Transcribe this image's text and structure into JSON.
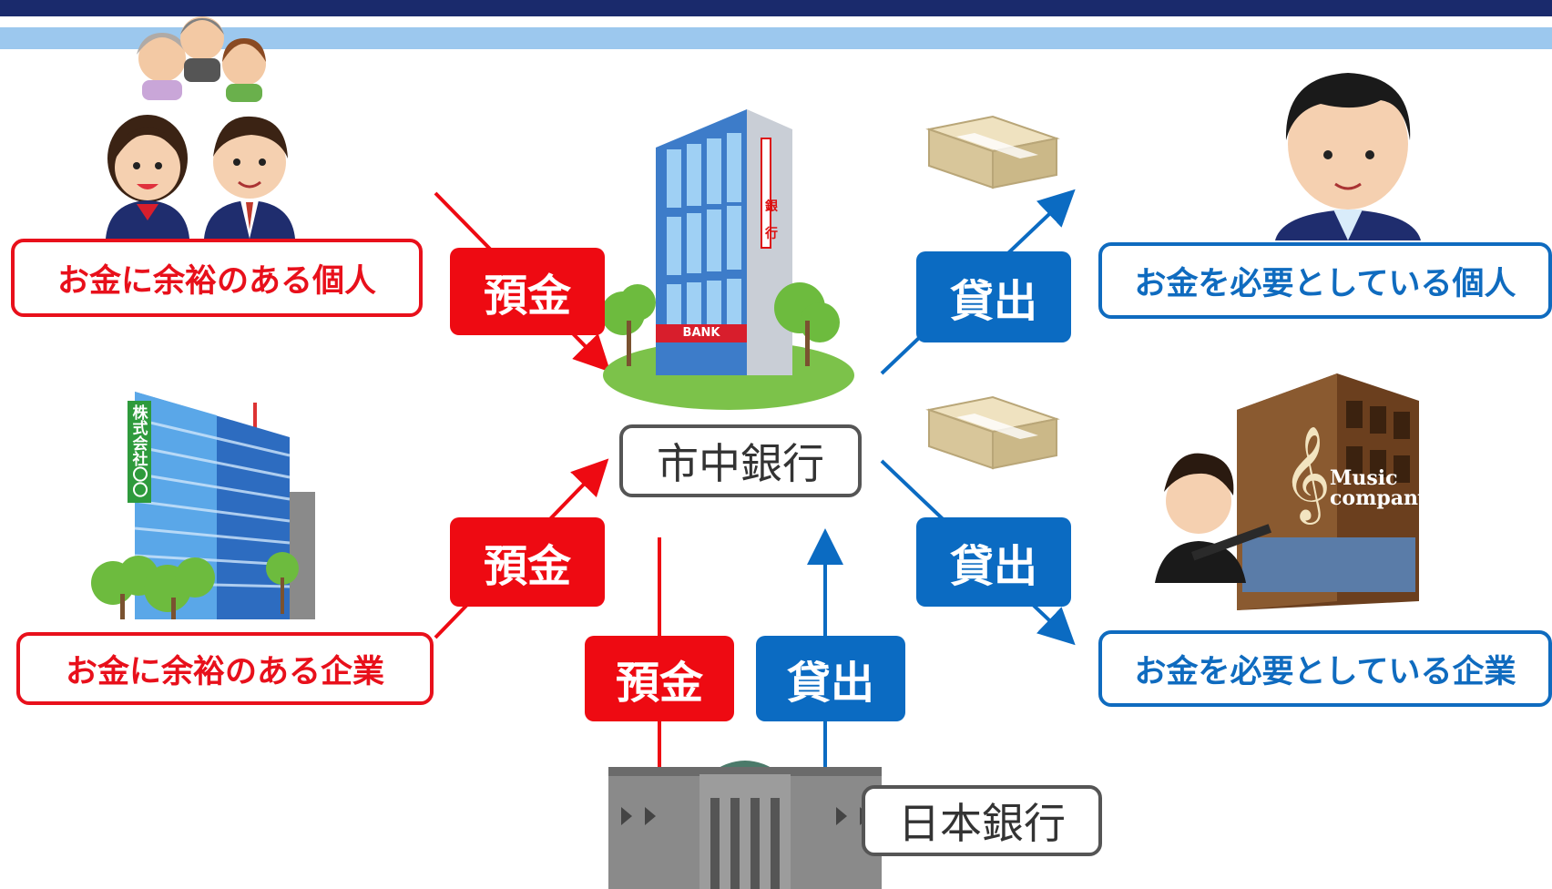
{
  "labels": {
    "individual_surplus": "お金に余裕のある個人",
    "company_surplus": "お金に余裕のある企業",
    "individual_need": "お金を必要としている個人",
    "company_need": "お金を必要としている企業",
    "commercial_bank": "市中銀行",
    "central_bank": "日本銀行"
  },
  "tags": {
    "deposit": "預金",
    "loan": "貸出"
  },
  "building_text": {
    "bank_sign": "BANK",
    "bank_vertical": "銀行",
    "company_vertical": "株式会社〇〇",
    "music_company": "Music company"
  },
  "colors": {
    "deposit_red": "#ee0a12",
    "loan_blue": "#0b6bc2",
    "header_navy": "#1a2a6c",
    "header_light": "#9cc8ee"
  }
}
